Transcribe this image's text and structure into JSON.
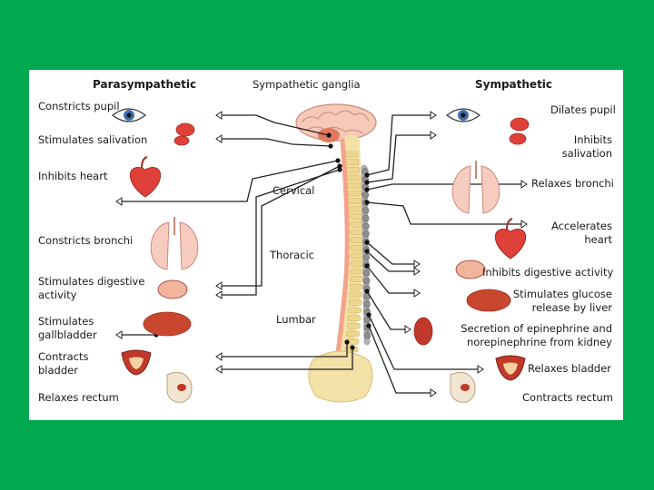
{
  "colors": {
    "background": "#00a94f",
    "panel": "#ffffff",
    "organ_red": "#e0403a",
    "spine": "#c0c0c0",
    "cord": "#f4a38a",
    "bone": "#f3e1a8"
  },
  "headers": {
    "parasympathetic": "Parasympathetic",
    "ganglia": "Sympathetic ganglia",
    "sympathetic": "Sympathetic"
  },
  "regions": {
    "cervical": "Cervical",
    "thoracic": "Thoracic",
    "lumbar": "Lumbar"
  },
  "parasympathetic": [
    {
      "text": "Constricts pupil",
      "icon": "eye-icon"
    },
    {
      "text": "Stimulates salivation",
      "icon": "salivary-gland-icon"
    },
    {
      "text": "Inhibits heart",
      "icon": "heart-icon"
    },
    {
      "text": "Constricts bronchi",
      "icon": "lungs-icon"
    },
    {
      "text": "Stimulates digestive activity",
      "line1": "Stimulates digestive",
      "line2": "activity",
      "icon": "stomach-icon"
    },
    {
      "text": "Stimulates gallbladder",
      "line1": "Stimulates",
      "line2": "gallbladder",
      "icon": "liver-icon"
    },
    {
      "text": "Contracts bladder",
      "line1": "Contracts",
      "line2": "bladder",
      "icon": "bladder-icon"
    },
    {
      "text": "Relaxes rectum",
      "icon": "rectum-icon"
    }
  ],
  "sympathetic": [
    {
      "text": "Dilates pupil",
      "icon": "eye-icon"
    },
    {
      "text": "Inhibits salivation",
      "line1": "Inhibits",
      "line2": "salivation",
      "icon": "salivary-gland-icon"
    },
    {
      "text": "Relaxes bronchi",
      "icon": "lungs-icon"
    },
    {
      "text": "Accelerates heart",
      "line1": "Accelerates",
      "line2": "heart",
      "icon": "heart-icon"
    },
    {
      "text": "Inhibits digestive activity",
      "icon": "stomach-icon"
    },
    {
      "text": "Stimulates glucose release by liver",
      "line1": "Stimulates glucose",
      "line2": "release by liver",
      "icon": "liver-icon"
    },
    {
      "text": "Secretion of epinephrine and norepinephrine from kidney",
      "line1": "Secretion of epinephrine and",
      "line2": "norepinephrine from kidney",
      "icon": "kidney-icon"
    },
    {
      "text": "Relaxes bladder",
      "icon": "bladder-icon"
    },
    {
      "text": "Contracts rectum",
      "icon": "rectum-icon"
    }
  ]
}
